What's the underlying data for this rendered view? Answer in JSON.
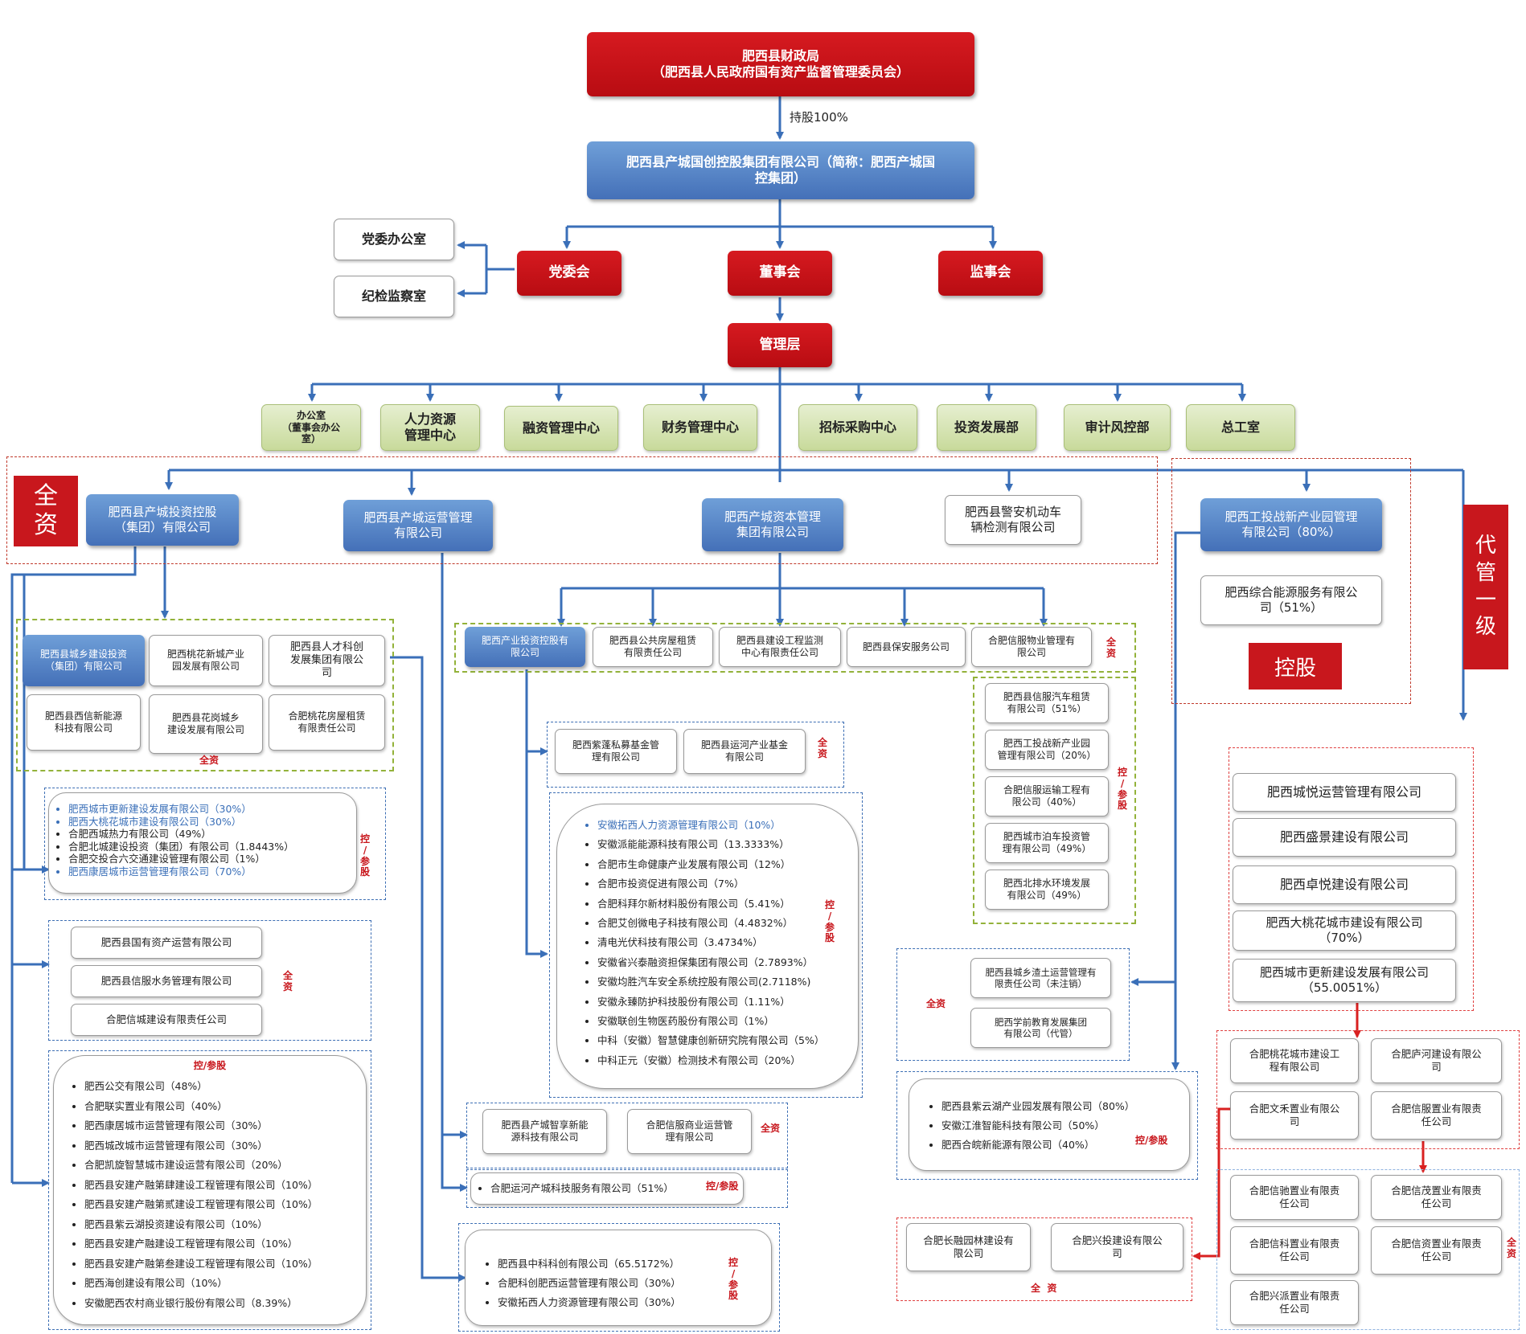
{
  "top": {
    "finance_line1": "肥西县财政局",
    "finance_line2": "（肥西县人民政府国有资产监督管理委员会）",
    "holding": "持股100%",
    "group_line1": "肥西县产城国创控股集团有限公司（简称：肥西产城国",
    "group_line2": "控集团）"
  },
  "governance": {
    "party_committee": "党委会",
    "board": "董事会",
    "supervisory": "监事会",
    "party_office": "党委办公室",
    "discipline_office": "纪检监察室",
    "management": "管理层"
  },
  "departments": [
    {
      "name": "办公室\n（董事会办公\n室）"
    },
    {
      "name": "人力资源\n管理中心"
    },
    {
      "name": "融资管理中心"
    },
    {
      "name": "财务管理中心"
    },
    {
      "name": "招标采购中心"
    },
    {
      "name": "投资发展部"
    },
    {
      "name": "审计风控部"
    },
    {
      "name": "总工室"
    }
  ],
  "tags": {
    "quanzi_big": "全\n资",
    "daiguan": "代\n管\n一\n级",
    "konggu": "控股"
  },
  "level1": {
    "invest_holding": "肥西县产城投资控股\n（集团）有限公司",
    "ops_mgmt": "肥西县产城运营管理\n有限公司",
    "capital_mgmt": "肥西产城资本管理\n集团有限公司",
    "vehicle_test": "肥西县警安机动车\n辆检测有限公司",
    "industrial_park": "肥西工投战新产业园管理\n有限公司（80%）",
    "energy": "肥西综合能源服务有限公\n司（51%）"
  },
  "invest_subs": {
    "items": [
      "肥西县城乡建设投资\n（集团）有限公司",
      "肥西桃花新城产业\n园发展有限公司",
      "肥西县人才科创\n发展集团有限公\n司",
      "肥西县西信新能源\n科技有限公司",
      "肥西县花岗城乡\n建设发展有限公司",
      "合肥桃花房屋租赁\n有限责任公司"
    ],
    "label": "全资"
  },
  "invest_ctrl": {
    "items": [
      {
        "text": "肥西城市更新建设发展有限公司",
        "pct": "（30%）",
        "hl": true
      },
      {
        "text": "肥西大桃花城市建设有限公司",
        "pct": "（30%）",
        "hl": true
      },
      {
        "text": "合肥西城热力有限公司",
        "pct": "（49%）",
        "hl": false
      },
      {
        "text": "合肥北城建设投资（集团）有限公司",
        "pct": "（1.8443%）",
        "hl": false
      },
      {
        "text": "合肥交投合六交通建设管理有限公司",
        "pct": "（1%）",
        "hl": false
      },
      {
        "text": "肥西康居城市运营管理有限公司",
        "pct": "（70%）",
        "hl": true
      }
    ],
    "label": "控\n/\n参\n股"
  },
  "invest_full2": {
    "items": [
      "肥西县国有资产运营有限公司",
      "肥西县信服水务管理有限公司",
      "合肥信城建设有限责任公司"
    ],
    "label": "全\n资"
  },
  "invest_ctrl2": {
    "title": "控/参股",
    "items": [
      "肥西公交有限公司（48%）",
      "合肥联实置业有限公司（40%）",
      "肥西康居城市运营管理有限公司（30%）",
      "肥西城改城市运营管理有限公司（30%）",
      "合肥凯旋智慧城市建设运营有限公司（20%）",
      "肥西县安建产融第肆建设工程管理有限公司（10%）",
      "肥西县安建产融第贰建设工程管理有限公司（10%）",
      "肥西县紫云湖投资建设有限公司（10%）",
      "肥西县安建产融建设工程管理有限公司（10%）",
      "肥西县安建产融第叁建设工程管理有限公司（10%）",
      "肥西海创建设有限公司（10%）",
      "安徽肥西农村商业银行股份有限公司（8.39%）"
    ]
  },
  "capital_subs": {
    "items": [
      "肥西产业投资控股有\n限公司",
      "肥西县公共房屋租赁\n有限责任公司",
      "肥西县建设工程监测\n中心有限责任公司",
      "肥西县保安服务公司",
      "合肥信服物业管理有\n限公司"
    ],
    "label": "全\n资"
  },
  "capital_ctrl": {
    "items": [
      "肥西县信服汽车租赁\n有限公司（51%）",
      "肥西工投战新产业园\n管理有限公司（20%）",
      "合肥信服运输工程有\n限公司（40%）",
      "肥西城市泊车投资管\n理有限公司（49%）",
      "肥西北排水环境发展\n有限公司（49%）"
    ],
    "label": "控\n/\n参\n股"
  },
  "capital_cancel": {
    "items": [
      "肥西县城乡渣土运营管理有\n限责任公司（未注销）",
      "肥西学前教育发展集团\n有限公司（代管）"
    ],
    "label": "全资"
  },
  "capital_ctrl2": {
    "items": [
      "肥西县紫云湖产业园发展有限公司（80%）",
      "安徽江淮智能科技有限公司（50%）",
      "肥西合皖新能源有限公司（40%）"
    ],
    "label": "控/参股"
  },
  "industry_fund": {
    "items": [
      "肥西紫蓬私募基金管\n理有限公司",
      "肥西县运河产业基金\n有限公司"
    ],
    "label": "全\n资"
  },
  "industry_ctrl": {
    "items": [
      {
        "text": "安徽拓西人力资源管理有限公司（10%）",
        "hl": true
      },
      {
        "text": "安徽派能能源科技有限公司（13.3333%）",
        "hl": false
      },
      {
        "text": "合肥市生命健康产业发展有限公司（12%）",
        "hl": false
      },
      {
        "text": "合肥市投资促进有限公司（7%）",
        "hl": false
      },
      {
        "text": "合肥科拜尔新材料股份有限公司（5.41%）",
        "hl": false
      },
      {
        "text": "合肥艾创微电子科技有限公司（4.4832%）",
        "hl": false
      },
      {
        "text": "清电光伏科技有限公司（3.4734%）",
        "hl": false
      },
      {
        "text": "安徽省兴泰融资担保集团有限公司（2.7893%）",
        "hl": false
      },
      {
        "text": "安徽均胜汽车安全系统控股有限公司(2.7118%)",
        "hl": false
      },
      {
        "text": "安徽永臻防护科技股份有限公司（1.11%）",
        "hl": false
      },
      {
        "text": "安徽联创生物医药股份有限公司（1%）",
        "hl": false
      },
      {
        "text": "中科（安徽）智慧健康创新研究院有限公司（5%）",
        "hl": false
      },
      {
        "text": "中科正元（安徽）检测技术有限公司（20%）",
        "hl": false
      }
    ],
    "label": "控\n/\n参\n股"
  },
  "ops_subs": {
    "items": [
      "肥西县产城智享新能\n源科技有限公司",
      "合肥信服商业运营管\n理有限公司"
    ],
    "label": "全资"
  },
  "ops_ctrl": {
    "items": [
      "合肥运河产城科技服务有限公司（51%）"
    ],
    "label": "控/参股"
  },
  "ops_ctrl2": {
    "items": [
      "肥西县中科科创有限公司（65.5172%）",
      "合肥科创肥西运营管理有限公司（30%）",
      "安徽拓西人力资源管理有限公司（30%）"
    ],
    "label": "控\n/\n参\n股"
  },
  "managed": {
    "items": [
      "肥西城悦运营管理有限公司",
      "肥西盛景建设有限公司",
      "肥西卓悦建设有限公司",
      "肥西大桃花城市建设有限公司\n（70%）",
      "肥西城市更新建设发展有限公司\n（55.0051%）"
    ]
  },
  "managed_subs": {
    "items": [
      "合肥桃花城市建设工\n程有限公司",
      "合肥庐河建设有限公\n司",
      "合肥文禾置业有限公\n司",
      "合肥信服置业有限责\n任公司"
    ]
  },
  "managed_subs2": {
    "items": [
      "合肥信驰置业有限责\n任公司",
      "合肥信茂置业有限责\n任公司",
      "合肥信科置业有限责\n任公司",
      "合肥信资置业有限责\n任公司",
      "合肥兴派置业有限责\n任公司"
    ],
    "label": "全\n资"
  },
  "managed_left": {
    "items": [
      "合肥长融园林建设有\n限公司",
      "合肥兴投建设有限公\n司"
    ],
    "label": "全  资"
  },
  "colors": {
    "red": "#c8171d",
    "blue": "#4a78bc",
    "green": "#c8da9b",
    "arrow_blue": "#3a6fb8",
    "arrow_red": "#d92020"
  }
}
